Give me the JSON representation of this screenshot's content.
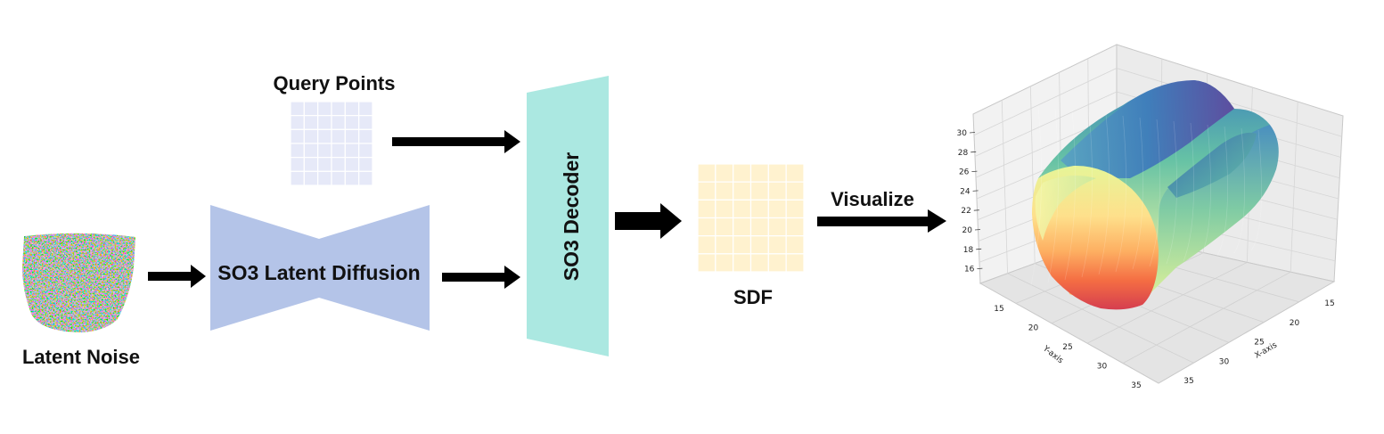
{
  "nodes": {
    "latent_noise": {
      "label": "Latent Noise"
    },
    "query_points": {
      "label": "Query Points"
    },
    "diffusion": {
      "label": "SO3 Latent Diffusion",
      "color": "#b4c4e8"
    },
    "decoder": {
      "label": "SO3 Decoder",
      "color": "#abe8e1"
    },
    "sdf": {
      "label": "SDF",
      "color": "#fff2cf"
    },
    "visualize": {
      "label": "Visualize"
    }
  },
  "query_grid_color": "#e6e9f8",
  "plot3d": {
    "z_ticks": [
      "30",
      "28",
      "26",
      "24",
      "22",
      "20",
      "18",
      "16"
    ],
    "y_ticks": [
      "15",
      "20",
      "25",
      "30",
      "35"
    ],
    "x_ticks": [
      "15",
      "20",
      "25",
      "30",
      "35"
    ],
    "y_axis_label": "Y-axis",
    "x_axis_label": "X-axis",
    "colormap": "Spectral"
  }
}
